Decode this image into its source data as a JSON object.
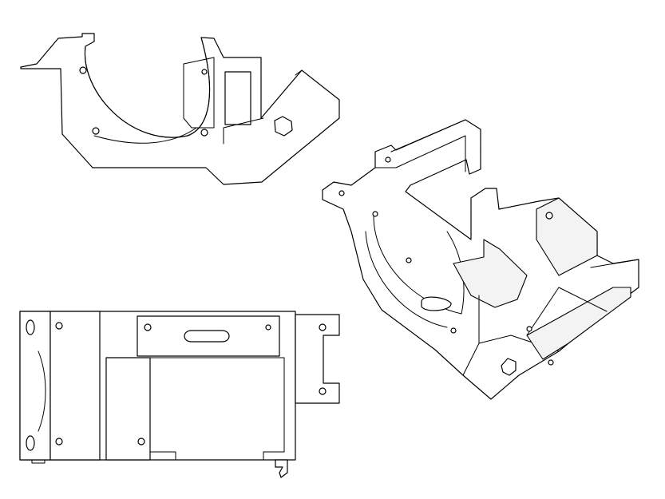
{
  "drawing": {
    "kind": "technical line drawing",
    "views": [
      "side-view",
      "isometric-view",
      "front-view"
    ],
    "line_color": "#000000",
    "fill_color": "#ffffff",
    "shade_color": "#f3f3f3"
  }
}
